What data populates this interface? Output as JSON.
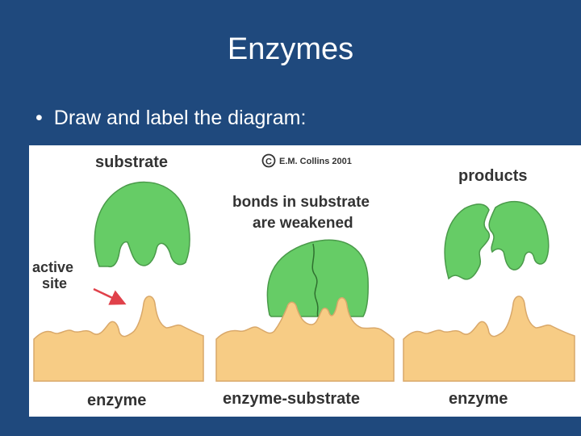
{
  "slide": {
    "title": "Enzymes",
    "bullet_char": "•",
    "bullet_text": "Draw and label the diagram:"
  },
  "diagram": {
    "labels": {
      "substrate": "substrate",
      "copyright": "E.M. Collins 2001",
      "bonds_line1": "bonds in substrate",
      "bonds_line2": "are weakened",
      "products": "products",
      "active_line1": "active",
      "active_line2": "site",
      "enzyme_left": "enzyme",
      "enzyme_substrate": "enzyme-substrate",
      "enzyme_right": "enzyme"
    },
    "colors": {
      "background": "#1f497d",
      "substrate_green": "#66cc66",
      "enzyme_tan": "#f7cc85",
      "arrow_red": "#e0414a"
    }
  }
}
